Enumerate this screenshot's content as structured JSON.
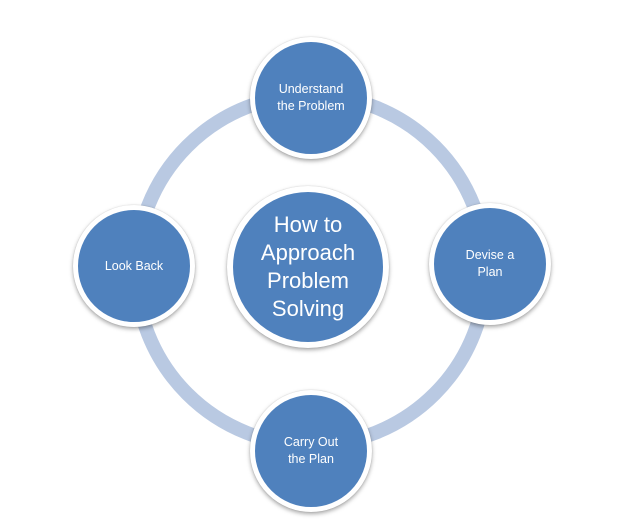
{
  "diagram": {
    "center": {
      "label": "How to\nApproach\nProblem\nSolving"
    },
    "cycle": [
      {
        "label": "Understand\nthe Problem"
      },
      {
        "label": "Devise a\nPlan"
      },
      {
        "label": "Carry Out\nthe Plan"
      },
      {
        "label": "Look Back"
      }
    ],
    "colors": {
      "node_fill": "#4f81bd",
      "node_border": "#ffffff",
      "ring": "#b9c9e2",
      "text": "#ffffff"
    }
  }
}
